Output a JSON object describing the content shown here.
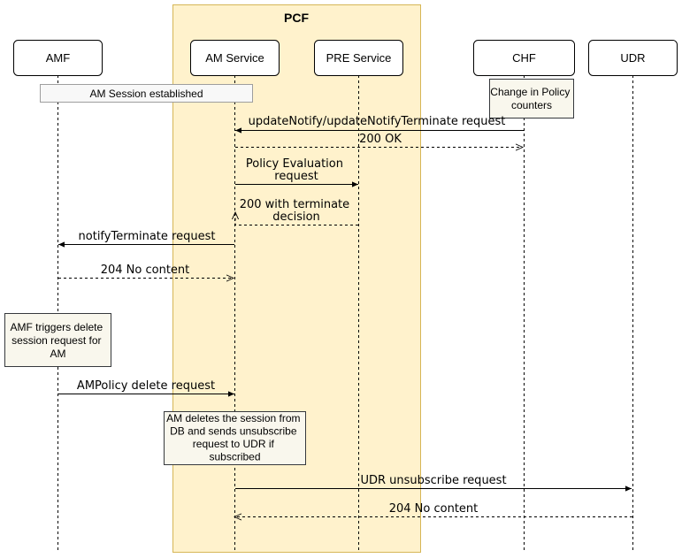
{
  "pcf_group": {
    "title": "PCF"
  },
  "participants": [
    {
      "id": "amf",
      "label": "AMF"
    },
    {
      "id": "am",
      "label": "AM Service"
    },
    {
      "id": "pre",
      "label": "PRE Service"
    },
    {
      "id": "chf",
      "label": "CHF"
    },
    {
      "id": "udr",
      "label": "UDR"
    }
  ],
  "notes": {
    "session_established": [
      "AM Session established"
    ],
    "policy_change": [
      "Change in Policy",
      "counters"
    ],
    "amf_trigger": [
      "AMF triggers delete",
      "session request for",
      "AM"
    ],
    "am_delete": [
      "AM deletes the session from",
      "DB and sends unsubscribe",
      "request to UDR if",
      "subscribed"
    ]
  },
  "messages": [
    {
      "id": "update_notify",
      "label": [
        "updateNotify/updateNotifyTerminate request"
      ],
      "from": "chf",
      "to": "am",
      "style": "solid"
    },
    {
      "id": "ok_200",
      "label": [
        "200 OK"
      ],
      "from": "am",
      "to": "chf",
      "style": "dashed"
    },
    {
      "id": "policy_eval",
      "label": [
        "Policy Evaluation",
        "request"
      ],
      "from": "am",
      "to": "pre",
      "style": "solid"
    },
    {
      "id": "terminate_decision",
      "label": [
        "200 with terminate",
        "decision"
      ],
      "from": "pre",
      "to": "am",
      "style": "dashed"
    },
    {
      "id": "notify_terminate",
      "label": [
        "notifyTerminate request"
      ],
      "from": "am",
      "to": "amf",
      "style": "solid"
    },
    {
      "id": "no_content_1",
      "label": [
        "204 No content"
      ],
      "from": "amf",
      "to": "am",
      "style": "dashed"
    },
    {
      "id": "amp_delete",
      "label": [
        "AMPolicy delete request"
      ],
      "from": "amf",
      "to": "am",
      "style": "solid"
    },
    {
      "id": "udr_unsub",
      "label": [
        "UDR unsubscribe request"
      ],
      "from": "am",
      "to": "udr",
      "style": "solid"
    },
    {
      "id": "no_content_2",
      "label": [
        "204 No content"
      ],
      "from": "udr",
      "to": "am",
      "style": "dashed"
    }
  ],
  "colors": {
    "pcf_fill": "#fff2cc",
    "pcf_stroke": "#d6b656",
    "note_fill": "#f8f8f8",
    "note_fill_alt": "#f9f7ed"
  }
}
